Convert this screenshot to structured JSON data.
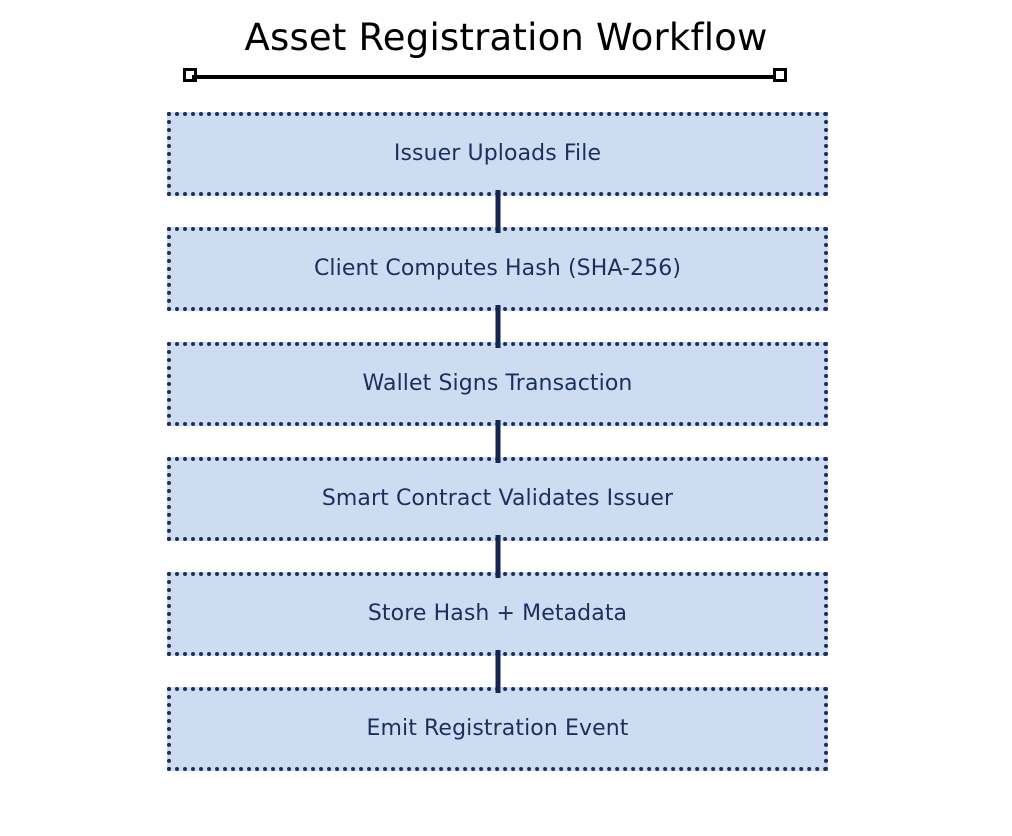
{
  "diagram": {
    "type": "flowchart",
    "orientation": "vertical-top-down",
    "title": "Asset Registration Workflow",
    "colors": {
      "node_fill": "#cddcf0",
      "node_border": "#1b2f5e",
      "node_text": "#1b2f5e",
      "connector": "#14264f",
      "title_text": "#000000",
      "rule": "#000000",
      "background": "#ffffff"
    },
    "title_rule": {
      "left_handle": "square-handle",
      "right_handle": "square-handle"
    },
    "nodes": [
      {
        "id": "n1",
        "label": "Issuer Uploads File"
      },
      {
        "id": "n2",
        "label": "Client Computes Hash (SHA-256)"
      },
      {
        "id": "n3",
        "label": "Wallet Signs Transaction"
      },
      {
        "id": "n4",
        "label": "Smart Contract Validates Issuer"
      },
      {
        "id": "n5",
        "label": "Store Hash + Metadata"
      },
      {
        "id": "n6",
        "label": "Emit Registration Event"
      }
    ],
    "edges": [
      {
        "from": "n1",
        "to": "n2"
      },
      {
        "from": "n2",
        "to": "n3"
      },
      {
        "from": "n3",
        "to": "n4"
      },
      {
        "from": "n4",
        "to": "n5"
      },
      {
        "from": "n5",
        "to": "n6"
      }
    ]
  }
}
